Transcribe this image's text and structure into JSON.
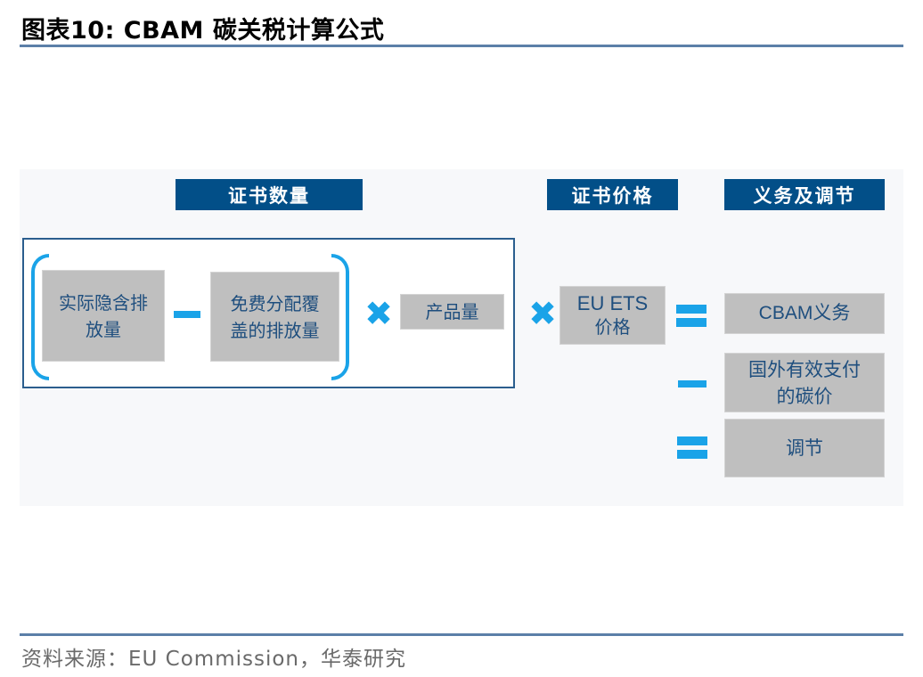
{
  "title": "图表10:  CBAM 碳关税计算公式",
  "headers": {
    "certificate_quantity": "证书数量",
    "certificate_price": "证书价格",
    "obligation_adjustment": "义务及调节"
  },
  "boxes": {
    "actual_embedded_emissions": "实际隐含排放量",
    "free_allocation_emissions": "免费分配覆盖的排放量",
    "product_quantity": "产品量",
    "eu_ets_price_line1": "EU ETS",
    "eu_ets_price_line2": "价格",
    "cbam_obligation": "CBAM义务",
    "foreign_carbon_price": "国外有效支付的碳价",
    "adjustment": "调节"
  },
  "operators": {
    "minus": "minus-icon",
    "times": "multiply-icon",
    "equals": "equals-icon"
  },
  "colors": {
    "header_bg": "#024f88",
    "operator": "#1aa3e8",
    "box_bg": "#bfbfbf",
    "box_text": "#1e4e7e",
    "rule": "#5b7fa8"
  },
  "source": "资料来源：EU Commission，华泰研究"
}
